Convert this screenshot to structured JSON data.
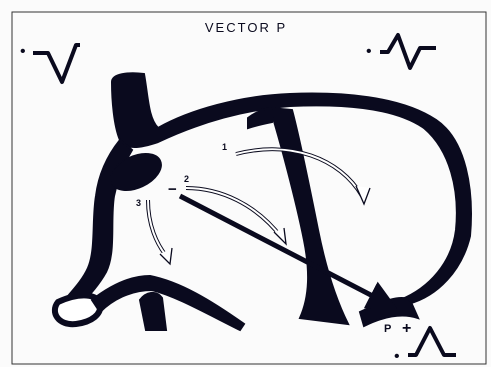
{
  "title": "VECTOR P",
  "pathway_labels": [
    "1",
    "2",
    "3"
  ],
  "polarity": {
    "negative": "−",
    "positive": "+"
  },
  "vector_label": "P",
  "waveform_markers": [
    "•",
    "•",
    "•"
  ],
  "waveforms": [
    {
      "name": "top-left-negative-p-wave",
      "shape": "negative"
    },
    {
      "name": "top-right-biphasic-p-wave",
      "shape": "biphasic"
    },
    {
      "name": "bottom-right-positive-p-wave",
      "shape": "positive"
    }
  ],
  "colors": {
    "ink": "#0a0a1e",
    "background": "#fbfbfb",
    "arrow_fill": "#ffffff"
  }
}
